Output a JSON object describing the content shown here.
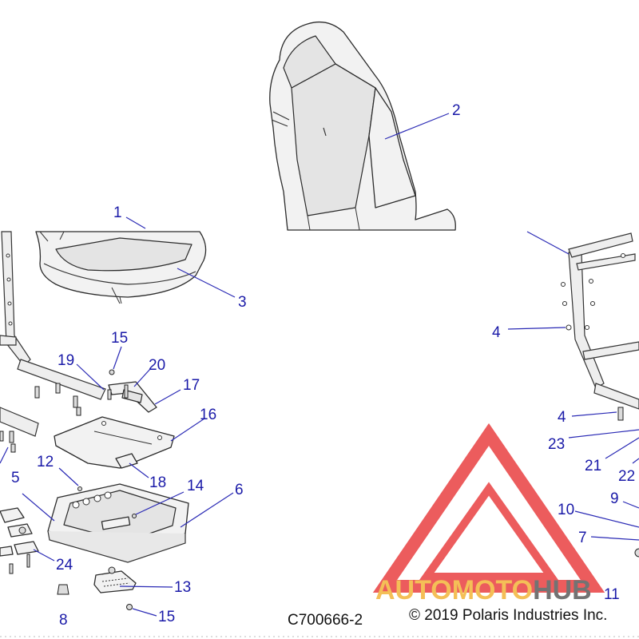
{
  "figure": {
    "id": "C700666-2",
    "copyright": "© 2019 Polaris Industries Inc."
  },
  "watermark": {
    "part1": "AUTOMOTO",
    "part2": "HUB",
    "color_primary": "#e8393a",
    "color_secondary": "#f2b233",
    "color_dark": "#555555"
  },
  "callouts": [
    {
      "label": "1"
    },
    {
      "label": "2"
    },
    {
      "label": "3"
    },
    {
      "label": "4"
    },
    {
      "label": "4"
    },
    {
      "label": "5"
    },
    {
      "label": "6"
    },
    {
      "label": "7"
    },
    {
      "label": "8"
    },
    {
      "label": "9"
    },
    {
      "label": "10"
    },
    {
      "label": "11"
    },
    {
      "label": "12"
    },
    {
      "label": "13"
    },
    {
      "label": "14"
    },
    {
      "label": "15"
    },
    {
      "label": "15"
    },
    {
      "label": "16"
    },
    {
      "label": "17"
    },
    {
      "label": "18"
    },
    {
      "label": "19"
    },
    {
      "label": "20"
    },
    {
      "label": "21"
    },
    {
      "label": "22"
    },
    {
      "label": "23"
    },
    {
      "label": "24"
    }
  ]
}
